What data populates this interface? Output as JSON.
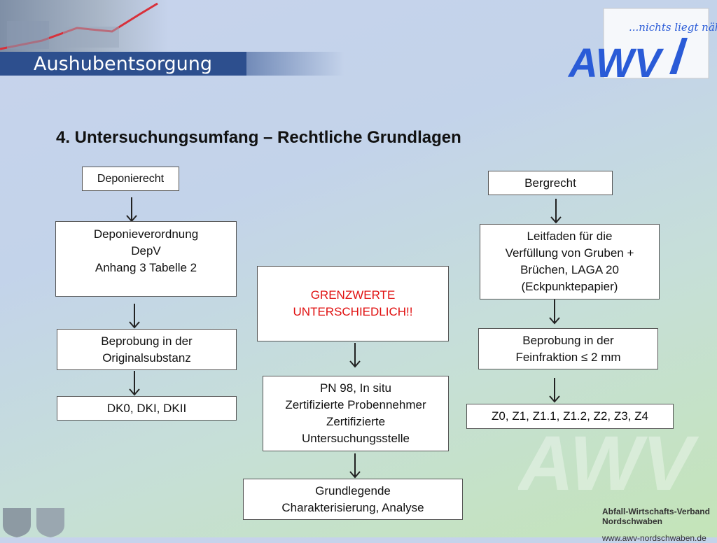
{
  "header": {
    "banner_title": "Aushubentsorgung"
  },
  "logo": {
    "tagline": "...nichts liegt näher",
    "wordmark": "AWV"
  },
  "main": {
    "heading": "4. Untersuchungsumfang –  Rechtliche Grundlagen"
  },
  "left_column": {
    "top": "Deponierecht",
    "box1": "Deponieverordnung\nDepV\nAnhang 3 Tabelle 2",
    "box2": "Beprobung in der\nOriginalsubstanz",
    "box3": "DK0, DKI, DKII"
  },
  "middle_column": {
    "box1": "GRENZWERTE\nUNTERSCHIEDLICH!!",
    "box2": "PN 98, In situ\nZertifizierte Probennehmer\nZertifizierte\nUntersuchungsstelle",
    "box3": "Grundlegende\nCharakterisierung, Analyse"
  },
  "right_column": {
    "top": "Bergrecht",
    "box1": "Leitfaden für die\nVerfüllung von Gruben +\nBrüchen, LAGA 20\n(Eckpunktepapier)",
    "box2": "Beprobung in der\nFeinfraktion ≤ 2 mm",
    "box3": "Z0, Z1, Z1.1, Z1.2, Z2, Z3, Z4"
  },
  "footer": {
    "org_line1": "Abfall-Wirtschafts-Verband",
    "org_line2": "Nordschwaben",
    "url": "www.awv-nordschwaben.de"
  },
  "colors": {
    "banner": "#2d4f8e",
    "warning_text": "#e01010",
    "logo_blue": "#2a5bd7"
  }
}
